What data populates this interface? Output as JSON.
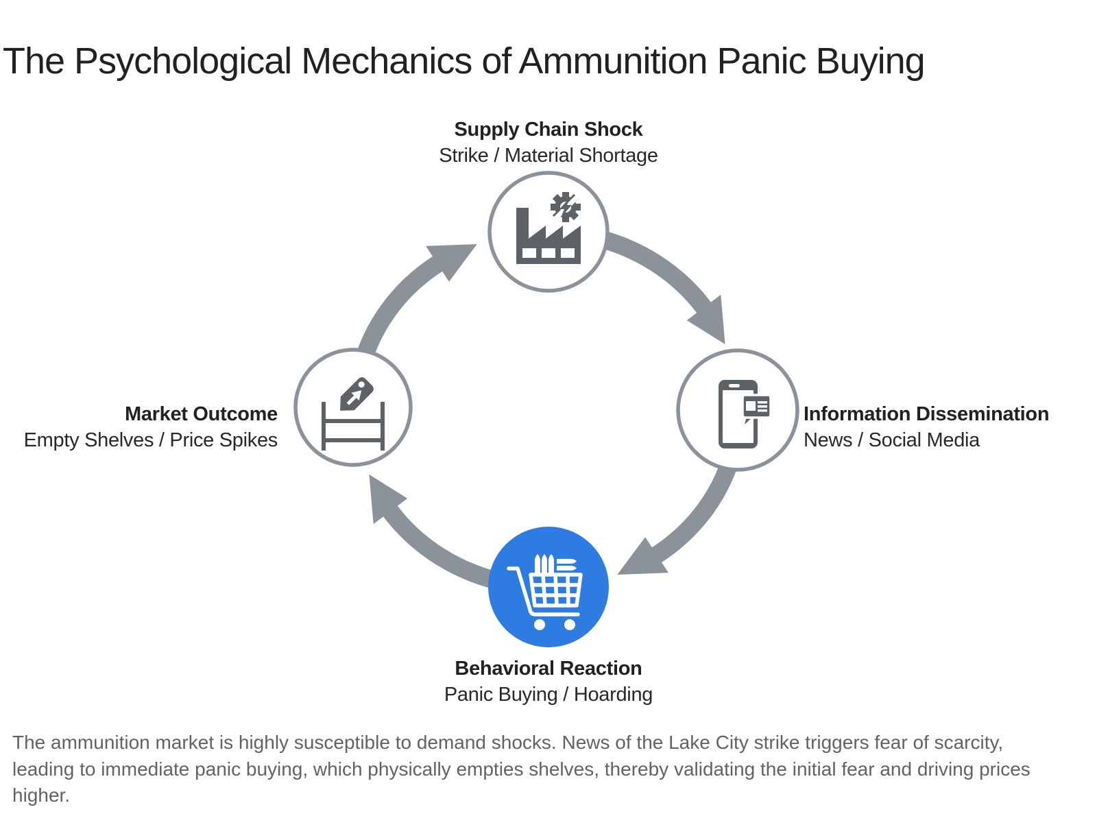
{
  "title": "The Psychological Mechanics of Ammunition Panic Buying",
  "cycle": {
    "nodes": [
      {
        "label": "Supply Chain Shock",
        "sublabel": "Strike / Material Shortage",
        "icon": "factory-broken-gear"
      },
      {
        "label": "Information Dissemination",
        "sublabel": "News / Social Media",
        "icon": "smartphone-news"
      },
      {
        "label": "Behavioral Reaction",
        "sublabel": "Panic Buying / Hoarding",
        "icon": "shopping-cart-ammo",
        "highlighted": true
      },
      {
        "label": "Market Outcome",
        "sublabel": "Empty Shelves / Price Spikes",
        "icon": "price-tag-shelf"
      }
    ],
    "colors": {
      "arrow": "#8b9299",
      "node_stroke": "#8b9299",
      "icon": "#5d6267",
      "highlight": "#2e7ce2",
      "label": "#202124",
      "caption": "#5f6368"
    }
  },
  "caption": "The ammunition market is highly susceptible to demand shocks. News of the Lake City strike triggers fear of scarcity, leading to immediate panic buying, which physically empties shelves, thereby validating the initial fear and driving prices higher."
}
